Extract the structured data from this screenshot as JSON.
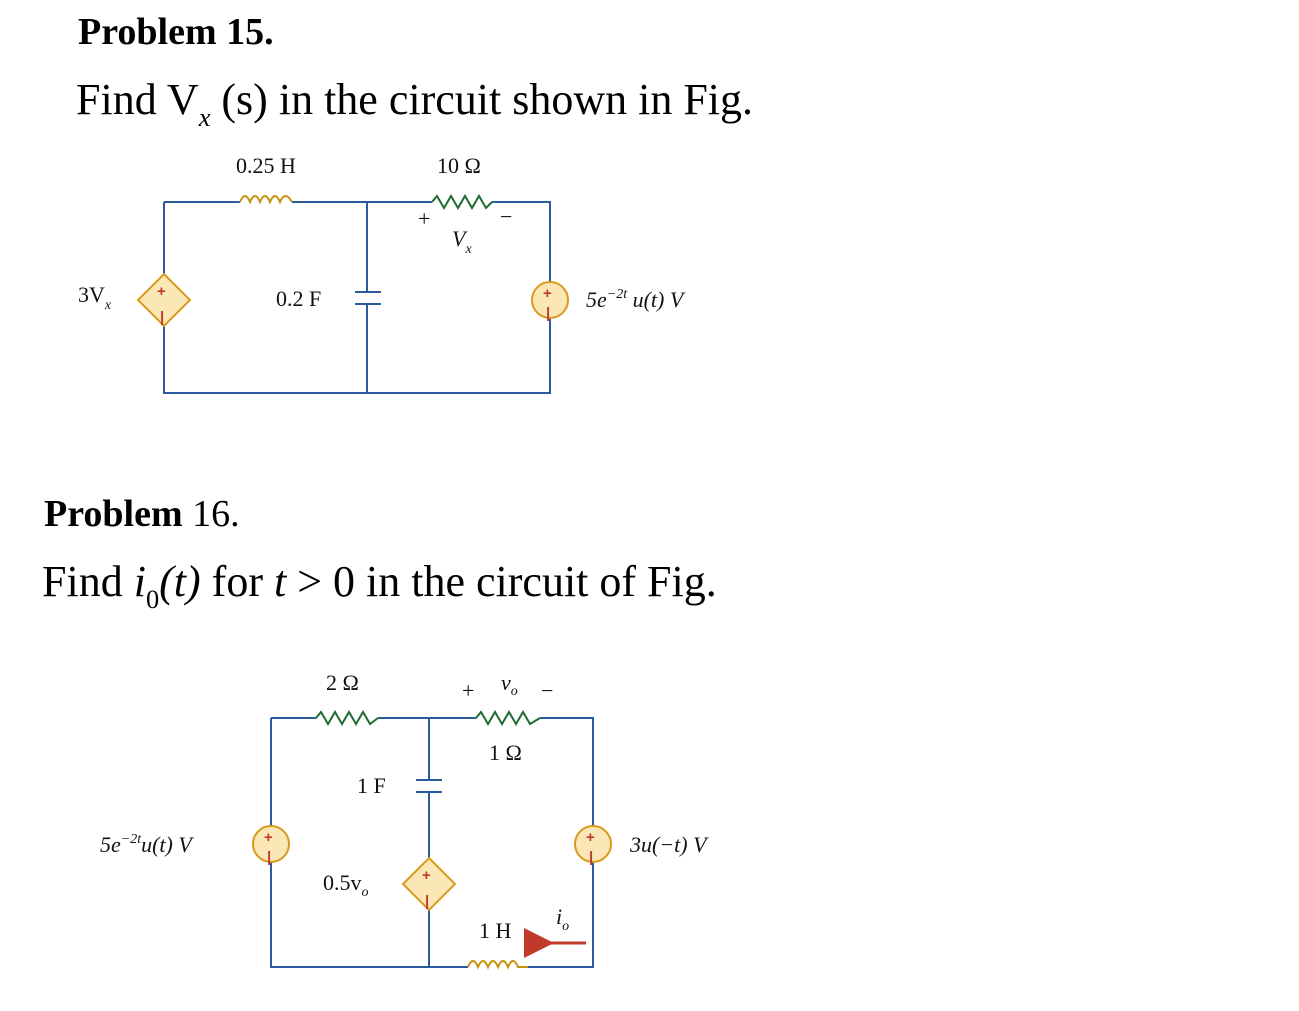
{
  "problem15": {
    "heading": "Problem 15.",
    "question_prefix": "Find V",
    "question_sub": "x",
    "question_arg": " (s)",
    "question_suffix": " in the circuit shown in Fig.",
    "circuit": {
      "inductor": "0.25 H",
      "resistor": "10 Ω",
      "resistor_plus": "+",
      "resistor_minus": "−",
      "resistor_voltage": "V",
      "resistor_voltage_sub": "x",
      "capacitor": "0.2 F",
      "dependent_source": "3V",
      "dependent_source_sub": "x",
      "voltage_source": "5e",
      "voltage_source_exp": "−2t",
      "voltage_source_tail": " u(t) V"
    }
  },
  "problem16": {
    "heading": "Problem",
    "heading_number": " 16.",
    "question_prefix": "Find ",
    "question_var": "i",
    "question_sub": "0",
    "question_arg": "(t)",
    "question_mid": " for ",
    "question_t": "t",
    "question_suffix": " > 0 in the circuit of Fig.",
    "circuit": {
      "resistor1": "2 Ω",
      "resistor2": "1 Ω",
      "vo_plus": "+",
      "vo_label": "v",
      "vo_sub": "o",
      "vo_minus": "−",
      "capacitor": "1 F",
      "left_source": "5e",
      "left_source_exp": "−2t",
      "left_source_tail": "u(t) V",
      "dependent_source": "0.5v",
      "dependent_source_sub": "o",
      "right_source": "3u(−t) V",
      "inductor": "1 H",
      "current_label": "i",
      "current_sub": "o"
    }
  },
  "colors": {
    "wire": "#2a5b9a",
    "source_fill": "#fbe7b5",
    "source_border": "#d99a1c",
    "polarity": "#c0392b",
    "arrow": "#c0392b"
  }
}
